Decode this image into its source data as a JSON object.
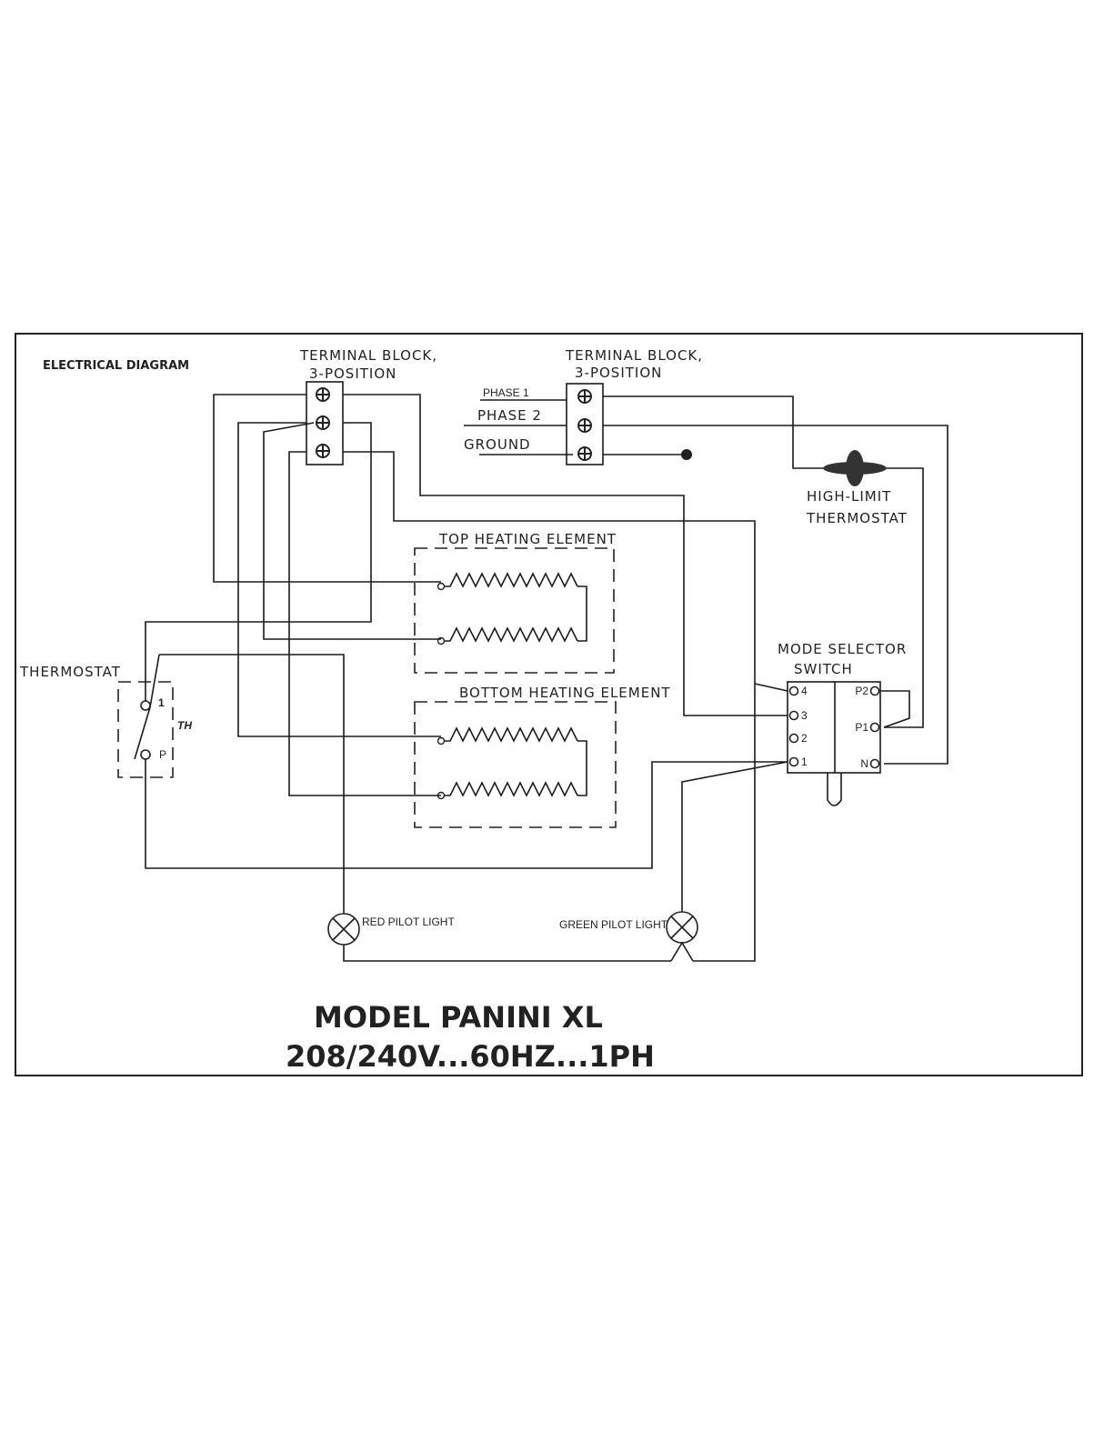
{
  "header": {
    "title": "ELECTRICAL DIAGRAM"
  },
  "components": {
    "terminal_block_left": {
      "line1": "TERMINAL BLOCK,",
      "line2": "3-POSITION"
    },
    "terminal_block_right": {
      "line1": "TERMINAL BLOCK,",
      "line2": "3-POSITION"
    },
    "inputs": {
      "phase1": "PHASE 1",
      "phase2": "PHASE 2",
      "ground": "GROUND"
    },
    "high_limit": {
      "line1": "HIGH-LIMIT",
      "line2": "THERMOSTAT"
    },
    "top_element": "TOP HEATING ELEMENT",
    "bottom_element": "BOTTOM HEATING ELEMENT",
    "thermostat": {
      "label": "THERMOSTAT",
      "t1": "1",
      "tp": "P",
      "th": "TH"
    },
    "mode_switch": {
      "line1": "MODE SELECTOR",
      "line2": "SWITCH",
      "terminals_left": [
        "4",
        "3",
        "2",
        "1"
      ],
      "terminals_right": [
        "P2",
        "P1",
        "N"
      ]
    },
    "red_pilot": "RED PILOT LIGHT",
    "green_pilot": "GREEN PILOT LIGHT"
  },
  "footer": {
    "model": "MODEL PANINI XL",
    "rating": "208/240V...60HZ...1PH"
  }
}
